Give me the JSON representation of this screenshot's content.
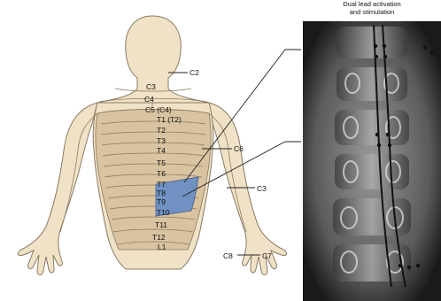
{
  "xray_panel": {
    "title_line1": "Dual lead activation",
    "title_line2": "and stimulation"
  },
  "dermatome_labels": {
    "c2": "C2",
    "c3_neck": "C3",
    "c4": "C4",
    "c5": "C5 (C4)",
    "t1": "T1 (T2)",
    "t2": "T2",
    "t3": "T3",
    "t4": "T4",
    "t5": "T5",
    "t6": "T6",
    "t7": "T7",
    "t8": "T8",
    "t9": "T9",
    "t10": "T10",
    "t11": "T11",
    "t12": "T12",
    "l1": "L1",
    "c6": "C6",
    "c3_arm": "C3",
    "c8": "C8",
    "c7": "C7"
  },
  "colors": {
    "skin": "#f0e2c6",
    "torso_band": "#d9c3a0",
    "stimulated_area": "#6b8fc4",
    "outline": "#8a7a62",
    "xray_bg": "#2a2a2a"
  },
  "highlighted_dermatomes": [
    "T8",
    "T9",
    "T10"
  ]
}
